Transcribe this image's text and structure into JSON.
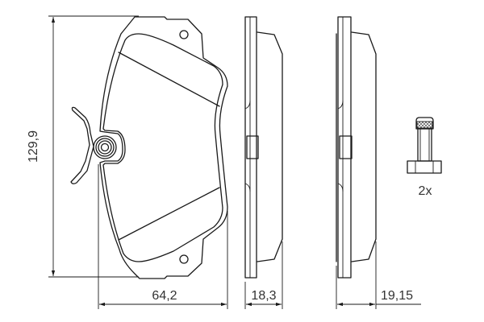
{
  "dimensions": {
    "height": "129,9",
    "width": "64,2",
    "thickness_1": "18,3",
    "thickness_2": "19,15"
  },
  "accessory": {
    "quantity": "2x",
    "icon": "bolt-icon"
  }
}
